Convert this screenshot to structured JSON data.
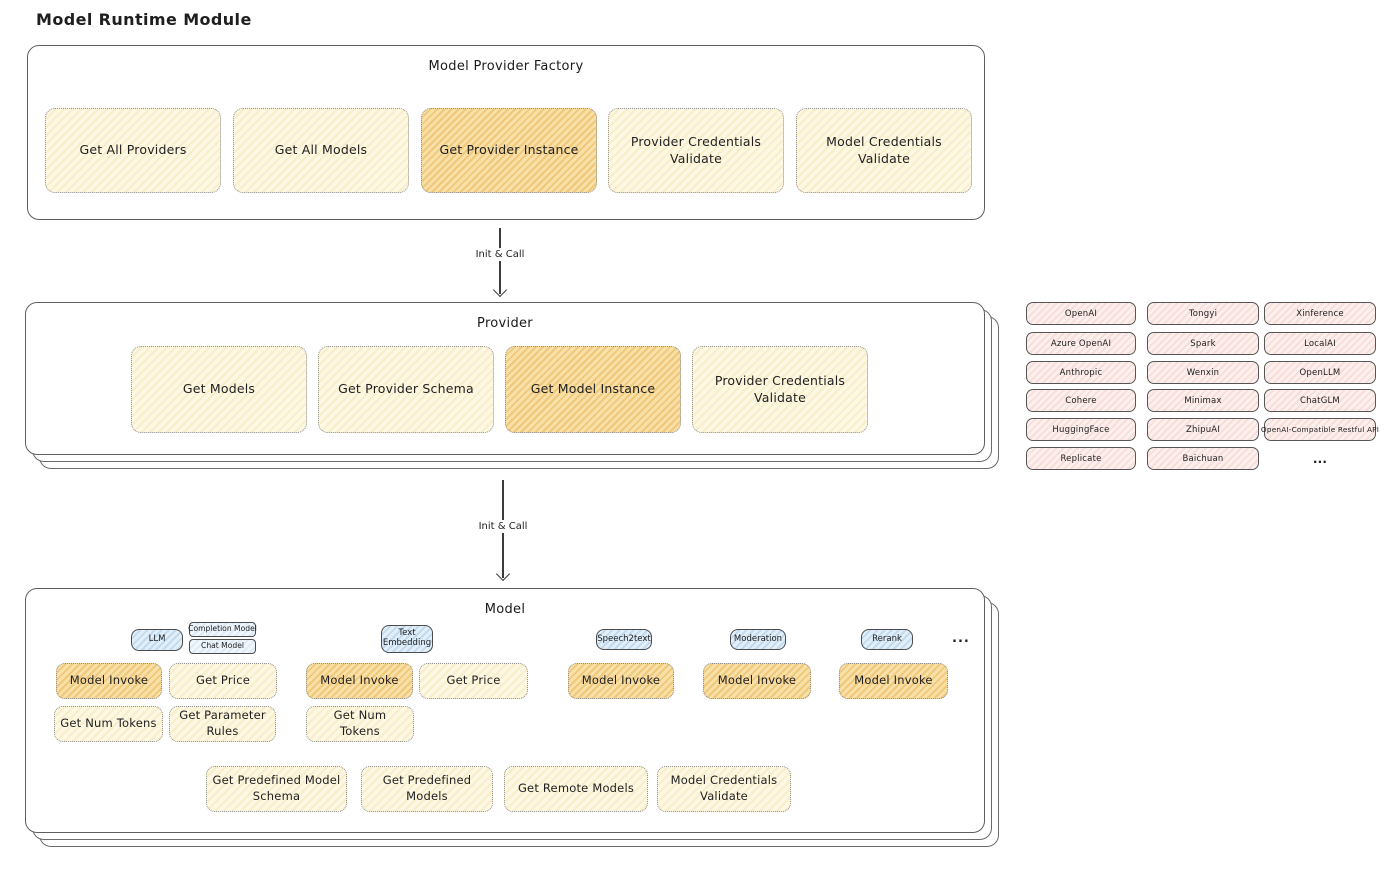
{
  "page": {
    "title": "Model Runtime Module"
  },
  "factory": {
    "title": "Model Provider Factory",
    "items": [
      {
        "label": "Get All Providers"
      },
      {
        "label": "Get All Models"
      },
      {
        "label": "Get Provider Instance"
      },
      {
        "label": "Provider Credentials Validate"
      },
      {
        "label": "Model Credentials Validate"
      }
    ]
  },
  "arrows": {
    "label1": "Init & Call",
    "label2": "Init & Call"
  },
  "provider": {
    "title": "Provider",
    "items": [
      {
        "label": "Get Models"
      },
      {
        "label": "Get Provider Schema"
      },
      {
        "label": "Get Model Instance"
      },
      {
        "label": "Provider Credentials Validate"
      }
    ]
  },
  "providers_grid": {
    "items": [
      "OpenAI",
      "Tongyi",
      "Xinference",
      "Azure OpenAI",
      "Spark",
      "LocalAI",
      "Anthropic",
      "Wenxin",
      "OpenLLM",
      "Cohere",
      "Minimax",
      "ChatGLM",
      "HuggingFace",
      "ZhipuAI",
      "OpenAI-Compatible Restful API",
      "Replicate",
      "Baichuan",
      "..."
    ]
  },
  "model": {
    "title": "Model",
    "tags": [
      "LLM",
      "Completion Model",
      "Chat Model",
      "Text Embedding",
      "Speech2text",
      "Moderation",
      "Rerank",
      "..."
    ],
    "op_rows": [
      [
        "Model Invoke",
        "Get Price",
        "Model Invoke",
        "Get Price",
        "Model Invoke",
        "Model Invoke",
        "Model Invoke"
      ],
      [
        "Get Num Tokens",
        "Get Parameter Rules",
        "Get Num Tokens"
      ],
      [
        "Get Predefined Model Schema",
        "Get Predefined Models",
        "Get Remote Models",
        "Model Credentials Validate"
      ]
    ]
  },
  "colors": {
    "yellow_fill": "#fdf7e2",
    "orange_highlight": "#f7e0a8",
    "pink_fill": "#fcefed",
    "blue_fill": "#dcebf7",
    "container_border": "#5f5f5f",
    "dotted_border": "#8f8f8f"
  }
}
